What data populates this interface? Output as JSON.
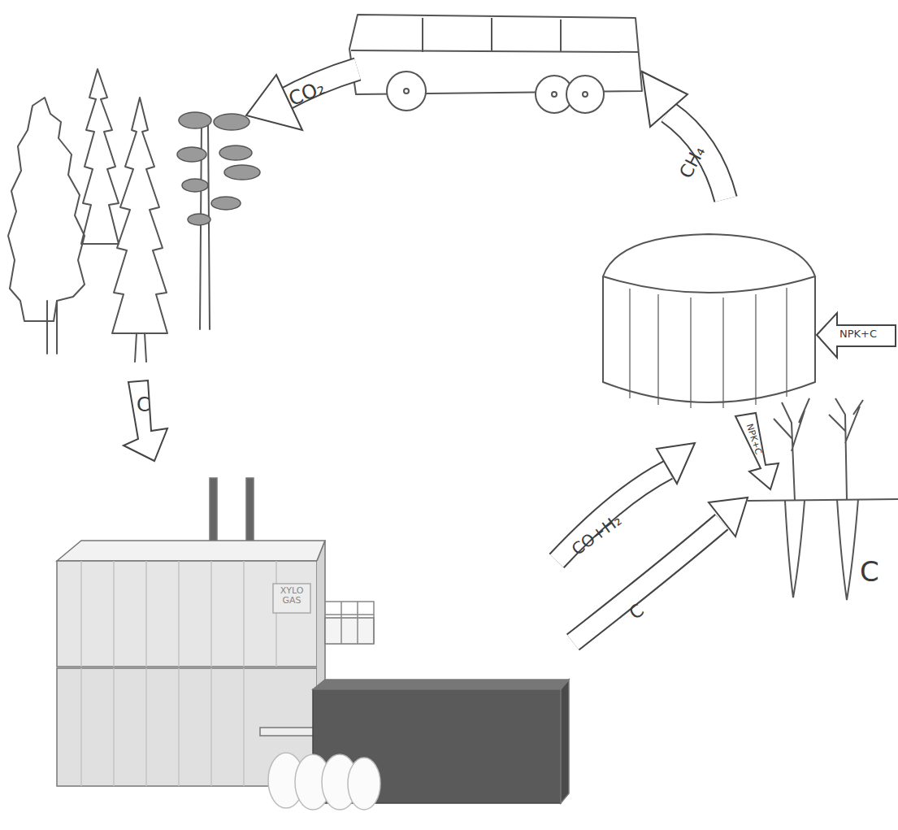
{
  "diagram": {
    "labels": [
      "CO₂",
      "CH₄",
      "NPK+C",
      "NPK+C",
      "C",
      "CO+H₂",
      "C",
      "C",
      "XYLO GAS"
    ]
  }
}
